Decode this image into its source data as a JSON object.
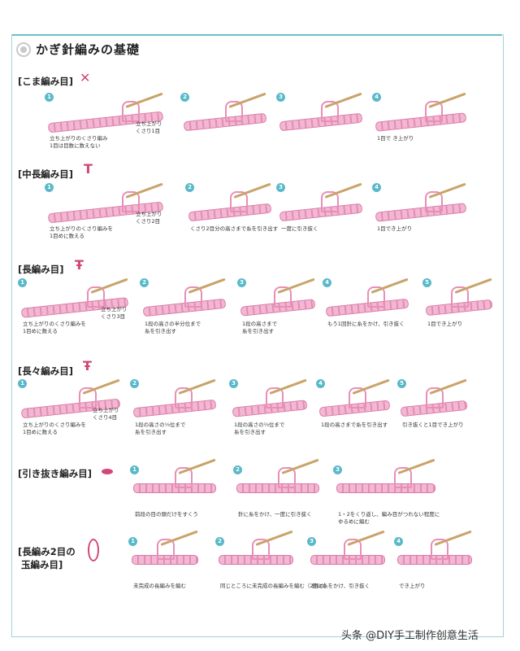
{
  "title": "かぎ針編みの基礎",
  "sections": [
    {
      "label": "[こま編み目]",
      "steps": [
        {
          "n": "1",
          "caption": "立ち上がりのくさり編み\n1目は目数に数えない",
          "caption2": "立ち上がり\nくさり1目"
        },
        {
          "n": "2",
          "caption": ""
        },
        {
          "n": "3",
          "caption": ""
        },
        {
          "n": "4",
          "caption": "1目で き上がり"
        }
      ]
    },
    {
      "label": "[中長編み目]",
      "steps": [
        {
          "n": "1",
          "caption": "立ち上がりのくさり編みを\n1目めに数える",
          "caption2": "立ち上がり\nくさり2目"
        },
        {
          "n": "2",
          "caption": "くさり2目分の高さまで糸を引き出す"
        },
        {
          "n": "3",
          "caption": "一度に引き抜く"
        },
        {
          "n": "4",
          "caption": "1目でき上がり"
        }
      ]
    },
    {
      "label": "[長編み目]",
      "steps": [
        {
          "n": "1",
          "caption": "立ち上がりのくさり編みを\n1目めに数える",
          "caption2": "立ち上がり\nくさり3目"
        },
        {
          "n": "2",
          "caption": "1段の高さの半分位まで\n糸を引き出す"
        },
        {
          "n": "3",
          "caption": "1段の高さまで\n糸を引き出す"
        },
        {
          "n": "4",
          "caption": "もう1回針に糸をかけ、引き抜く"
        },
        {
          "n": "5",
          "caption": "1目でき上がり"
        }
      ]
    },
    {
      "label": "[長々編み目]",
      "steps": [
        {
          "n": "1",
          "caption": "立ち上がりのくさり編みを\n1目めに数える",
          "caption2": "立ち上がり\nくさり4目"
        },
        {
          "n": "2",
          "caption": "1段の高さの⅓位まで\n糸を引き出す"
        },
        {
          "n": "3",
          "caption": "1段の高さの⅔位まで\n糸を引き出す"
        },
        {
          "n": "4",
          "caption": "1段の高さまで糸を引き出す"
        },
        {
          "n": "5",
          "caption": "引き抜くと1目でき上がり"
        }
      ]
    },
    {
      "label": "[引き抜き編み目]",
      "steps": [
        {
          "n": "1",
          "caption": "前段の目の頭だけをすくう"
        },
        {
          "n": "2",
          "caption": "針に糸をかけ、一度に引き抜く"
        },
        {
          "n": "3",
          "caption": "1・2をくり返し、編み目がつれない程度に\nゆるめに編む"
        }
      ]
    },
    {
      "label": "[長編み2目の\n 玉編み目]",
      "steps": [
        {
          "n": "1",
          "caption": "未完成の長編みを編む"
        },
        {
          "n": "2",
          "caption": "同じところに未完成の長編みを編む（2目め）"
        },
        {
          "n": "3",
          "caption": "針に糸をかけ、引き抜く"
        },
        {
          "n": "4",
          "caption": "でき上がり"
        }
      ]
    }
  ],
  "watermark": "头条 @DIY手工制作创意生活"
}
